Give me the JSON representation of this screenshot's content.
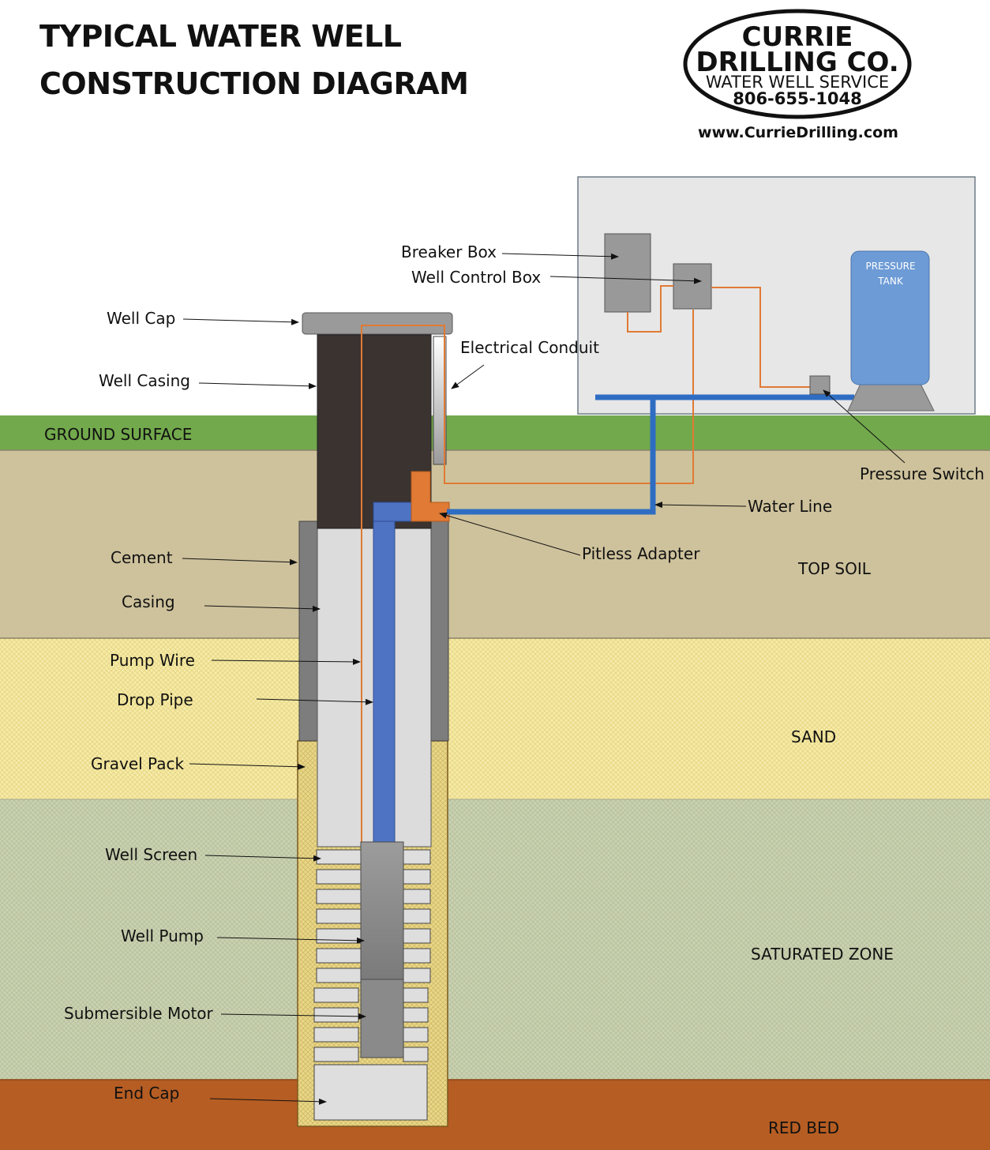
{
  "header": {
    "title_line1": "TYPICAL WATER WELL",
    "title_line2": "CONSTRUCTION DIAGRAM",
    "website": "www.CurrieDrilling.com"
  },
  "logo": {
    "line1": "CURRIE",
    "line2": "DRILLING CO.",
    "line3": "WATER WELL SERVICE",
    "line4": "806-655-1048"
  },
  "layers": {
    "ground_surface": "GROUND SURFACE",
    "top_soil": "TOP SOIL",
    "sand": "SAND",
    "saturated_zone": "SATURATED ZONE",
    "red_bed": "RED BED"
  },
  "components": {
    "breaker_box": "Breaker Box",
    "well_control_box": "Well Control Box",
    "well_cap": "Well Cap",
    "electrical_conduit": "Electrical Conduit",
    "well_casing": "Well Casing",
    "pressure_tank_line1": "PRESSURE",
    "pressure_tank_line2": "TANK",
    "pressure_switch": "Pressure Switch",
    "water_line": "Water Line",
    "pitless_adapter": "Pitless Adapter",
    "cement": "Cement",
    "casing": "Casing",
    "pump_wire": "Pump Wire",
    "drop_pipe": "Drop Pipe",
    "gravel_pack": "Gravel Pack",
    "well_screen": "Well Screen",
    "well_pump": "Well Pump",
    "submersible_motor": "Submersible Motor",
    "end_cap": "End Cap"
  },
  "colors": {
    "grass": "#72a94c",
    "top_soil": "#cec29c",
    "sand": "#f6eaa6",
    "saturated": "#c7cfae",
    "red_bed": "#b65d23",
    "water_line": "#2f6dc3",
    "wire": "#e07a34",
    "pressure_tank": "#6d9bd6",
    "casing_dark": "#3a3330"
  }
}
